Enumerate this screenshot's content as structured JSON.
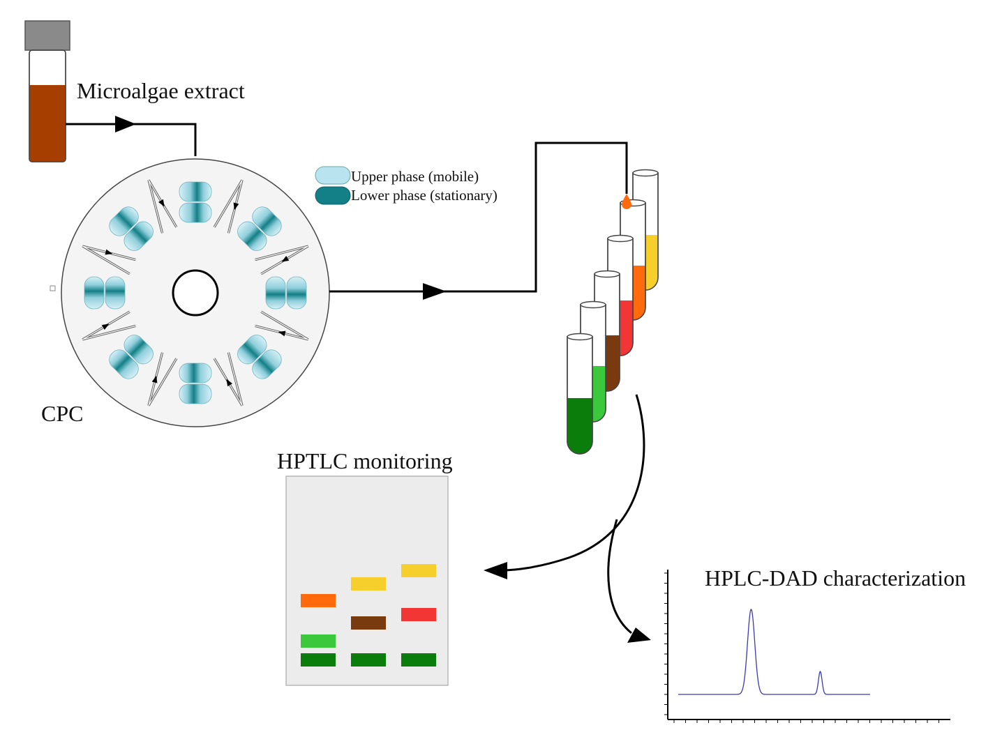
{
  "labels": {
    "extract": "Microalgae extract",
    "cpc": "CPC",
    "hptlc": "HPTLC monitoring",
    "hplc": "HPLC-DAD characterization"
  },
  "legend": {
    "upper": "Upper phase (mobile)",
    "lower": "Lower phase (stationary)",
    "upper_color": "#b9e3ee",
    "lower_color": "#137f86"
  },
  "colors": {
    "extract": "#a63e00",
    "fractions": [
      "#f7cf2d",
      "#ff6a0d",
      "#f23535",
      "#7a3a10",
      "#3cc83c",
      "#0a7d0a"
    ],
    "drop": "#ff6a0d",
    "tlc_plate": "#ececec",
    "chromatogram_line": "#3a3ab0"
  },
  "tlc": {
    "lanes": [
      [
        "#ff6a0d",
        "#3cc83c",
        "#0a7d0a"
      ],
      [
        "#f7cf2d",
        "#7a3a10",
        "#0a7d0a"
      ],
      [
        "#f7cf2d",
        "#f23535",
        "#0a7d0a"
      ]
    ]
  },
  "chromatogram": {
    "peaks": [
      {
        "position": 0.38,
        "height": 1.0
      },
      {
        "position": 0.74,
        "height": 0.27
      }
    ]
  }
}
